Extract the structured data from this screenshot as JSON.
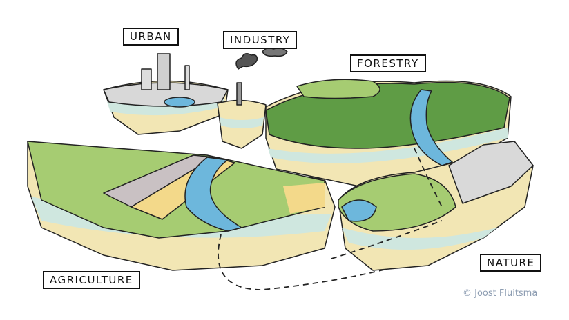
{
  "labels": {
    "urban": "URBAN",
    "industry": "INDUSTRY",
    "forestry": "FORESTRY",
    "agriculture": "AGRICULTURE",
    "nature": "NATURE"
  },
  "credit": "© Joost Fluitsma",
  "colors": {
    "soil": "#f2e6b4",
    "water_layer": "#cfe7df",
    "grass": "#a6cc72",
    "forest": "#5f9c45",
    "river": "#6db7dc",
    "field": "#f3d98a",
    "road": "#c9c1c3"
  }
}
